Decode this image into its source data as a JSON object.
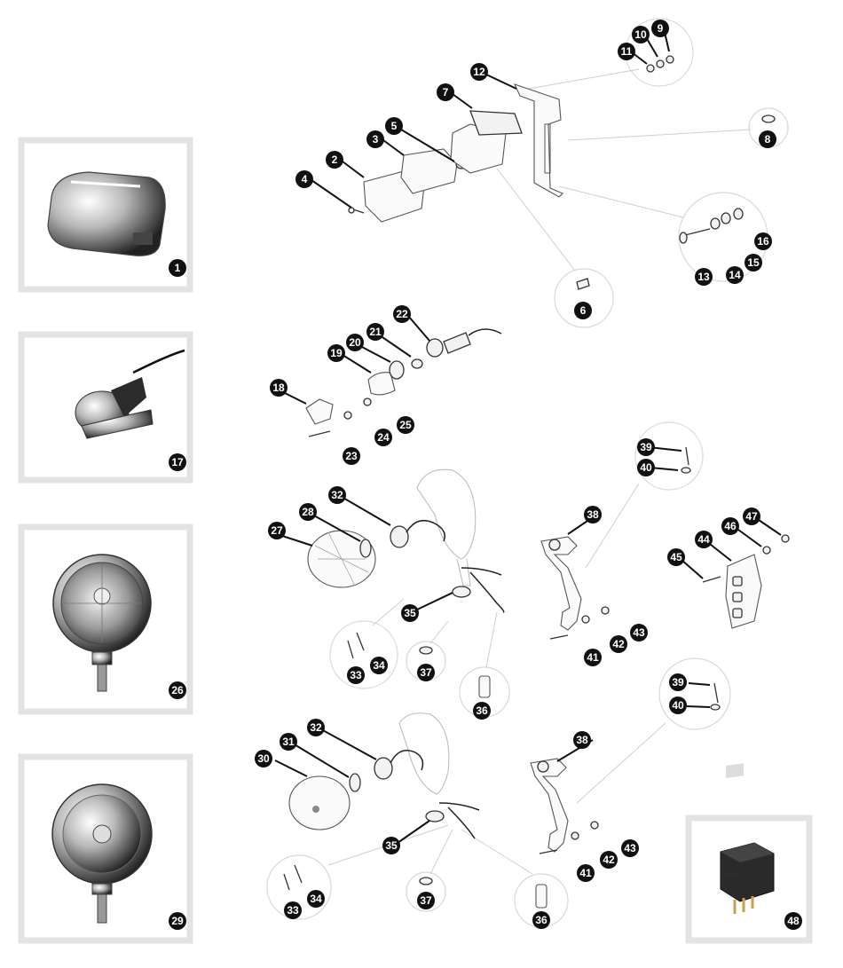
{
  "callouts": [
    "1",
    "2",
    "3",
    "4",
    "5",
    "6",
    "7",
    "8",
    "9",
    "10",
    "11",
    "12",
    "13",
    "14",
    "15",
    "16",
    "17",
    "18",
    "19",
    "20",
    "21",
    "22",
    "23",
    "24",
    "25",
    "26",
    "27",
    "28",
    "29",
    "30",
    "31",
    "32",
    "33",
    "34",
    "35",
    "36",
    "37",
    "38",
    "39",
    "40",
    "41",
    "42",
    "43",
    "44",
    "45",
    "46",
    "47",
    "48"
  ],
  "relay_label": "Relay",
  "colors": {
    "frame": "#e3e3e3",
    "callout_fill": "#111111",
    "callout_text": "#ffffff",
    "chrome_dark": "#3a3a3a"
  }
}
